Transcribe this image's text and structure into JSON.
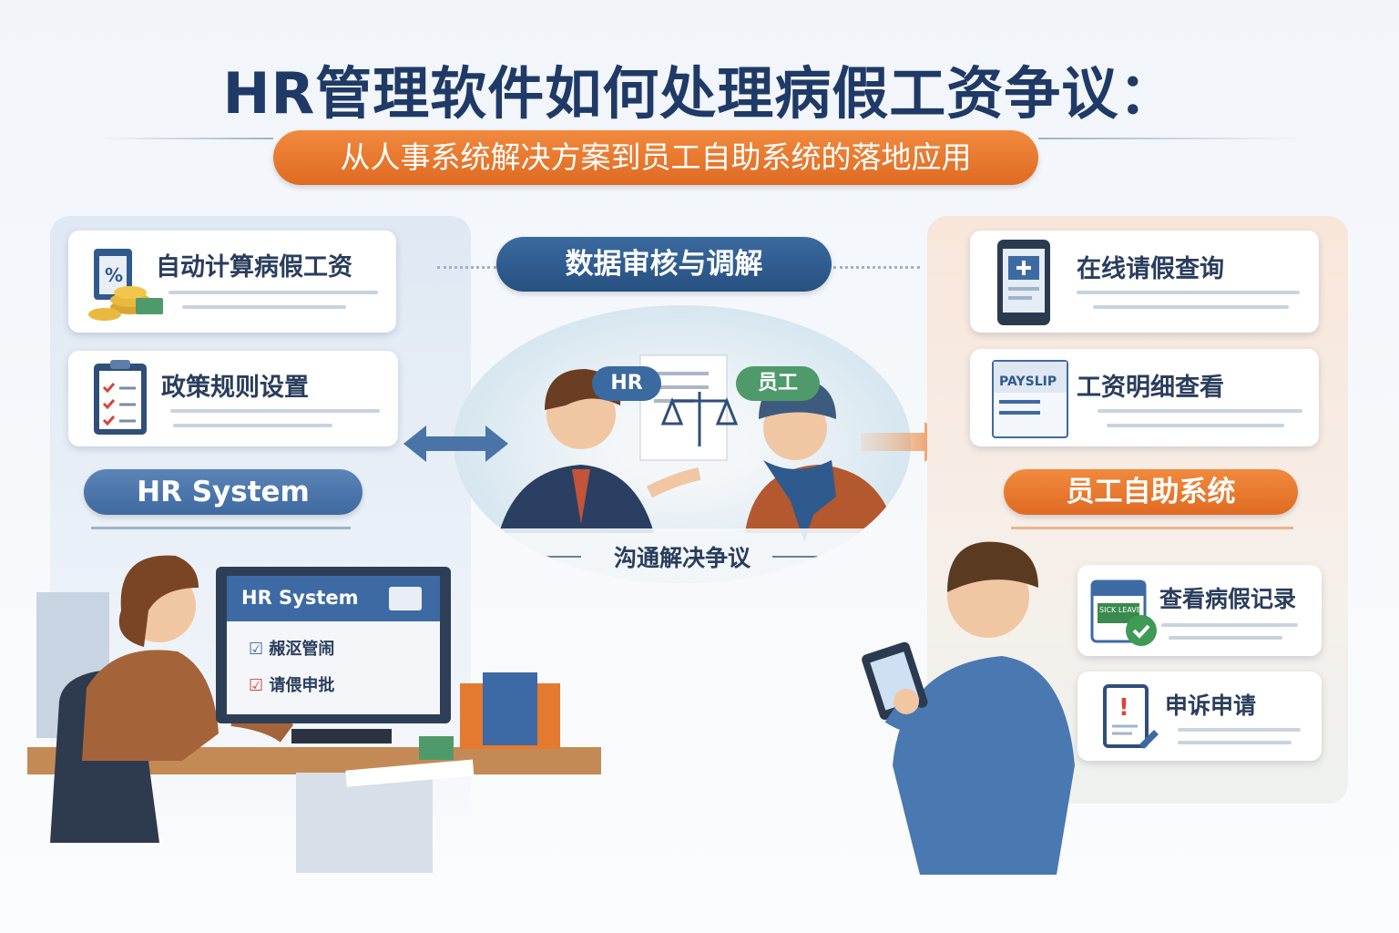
{
  "title": "HR管理软件如何处理病假工资争议：",
  "subtitle": "从人事系统解决方案到员工自助系统的落地应用",
  "colors": {
    "navy": "#1f3a66",
    "orange": "#e8762e",
    "blue": "#4a74a8",
    "green": "#4f9a6a"
  },
  "left_section": {
    "cards": [
      {
        "label": "自动计算病假工资",
        "icon": "clipboard-coins-icon"
      },
      {
        "label": "政策规则设置",
        "icon": "checklist-clipboard-icon"
      }
    ],
    "pill": "HR System",
    "monitor": {
      "title": "HR System",
      "items": [
        {
          "label": "赧沤管闹",
          "checked": true
        },
        {
          "label": "请偎申批",
          "checked": true
        }
      ]
    }
  },
  "center_section": {
    "pill": "数据审核与调解",
    "hr_badge": "HR",
    "employee_badge": "员工",
    "caption": "沟通解决争议"
  },
  "right_section": {
    "cards": [
      {
        "label": "在线请假查询",
        "icon": "tablet-medical-icon"
      },
      {
        "label": "工资明细查看",
        "icon": "payslip-icon",
        "icon_text": "PAYSLIP"
      }
    ],
    "pill": "员工自助系统",
    "sub_cards": [
      {
        "label": "查看病假记录",
        "icon": "calendar-check-icon",
        "icon_text": "SICK LEAVE"
      },
      {
        "label": "申诉申请",
        "icon": "appeal-clipboard-icon"
      }
    ]
  }
}
